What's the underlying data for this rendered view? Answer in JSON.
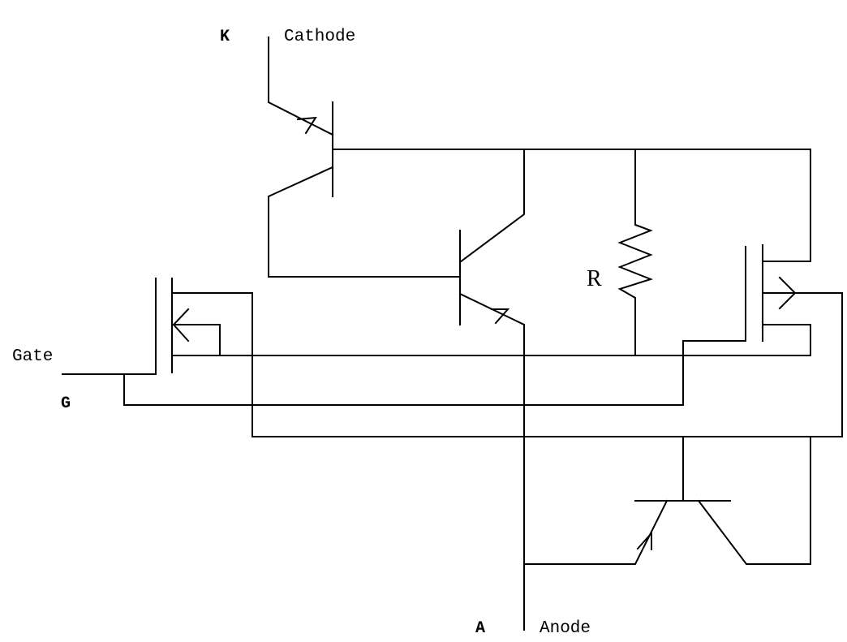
{
  "terminals": {
    "cathode": {
      "letter": "K",
      "name": "Cathode"
    },
    "gate": {
      "letter": "G",
      "name": "Gate"
    },
    "anode": {
      "letter": "A",
      "name": "Anode"
    }
  },
  "components": {
    "resistor": {
      "label": "R"
    }
  },
  "colors": {
    "line": "#000000",
    "background": "#ffffff"
  }
}
